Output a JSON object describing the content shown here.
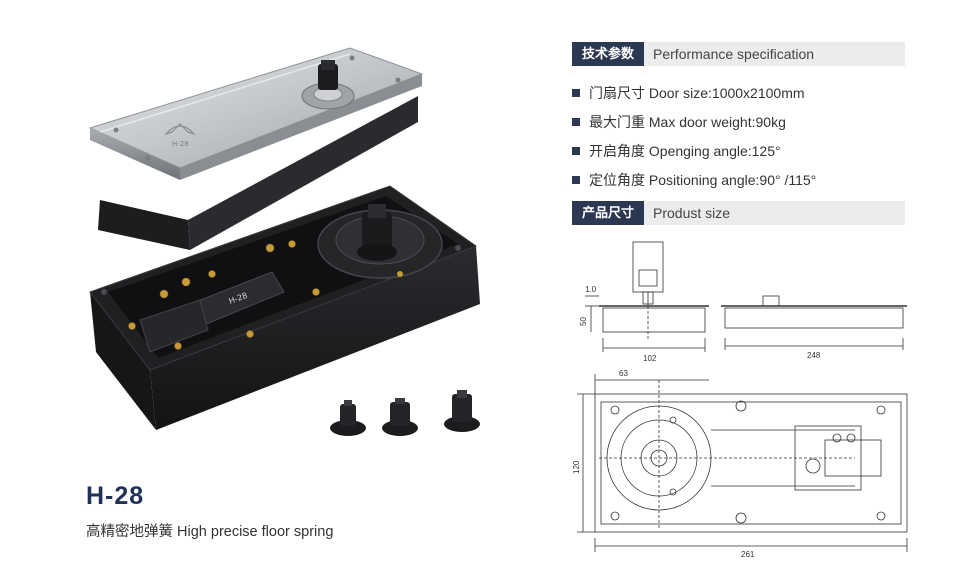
{
  "product": {
    "model": "H-28",
    "subtitle": "高精密地弹簧 High precise floor spring",
    "lid_engraving": "H-28"
  },
  "performance": {
    "tag": "技术参数",
    "caption": "Performance specification",
    "items": [
      "门扇尺寸 Door size:1000x2100mm",
      "最大门重 Max door weight:90kg",
      "开启角度 Openging angle:125°",
      "定位角度 Positioning angle:90° /115°"
    ]
  },
  "product_size": {
    "tag": "产品尺寸",
    "caption": "Produst size",
    "dimensions": {
      "cover_thickness": "1.0",
      "height": "50",
      "width": "102",
      "length": "248",
      "spindle_offset": "63",
      "body_width": "120",
      "overall_length": "261"
    }
  },
  "colors": {
    "navy": "#2c3752",
    "title": "#1f3156",
    "caption_bg": "#ececec",
    "steel": "#c7c9cc",
    "body_black": "#1d1e20",
    "brass": "#c79a3a"
  }
}
